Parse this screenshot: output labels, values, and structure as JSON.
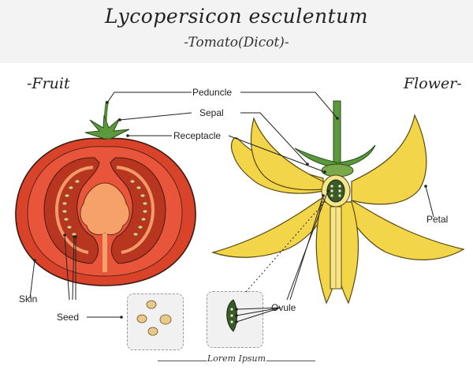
{
  "header": {
    "title": "Lycopersicon esculentum",
    "subtitle": "-Tomato(Dicot)-"
  },
  "sections": {
    "fruit": "-Fruit",
    "flower": "Flower-"
  },
  "labels": {
    "peduncle": "Peduncle",
    "sepal": "Sepal",
    "receptacle": "Receptacle",
    "petal": "Petal",
    "skin": "Skin",
    "seed": "Seed",
    "ovule": "Ovule"
  },
  "footer": "Lorem Ipsum",
  "colors": {
    "tomato_skin": "#d9432a",
    "tomato_flesh": "#f06a44",
    "petal": "#f3d54a",
    "stem": "#4f8a3a",
    "seed": "#e8c98a"
  }
}
